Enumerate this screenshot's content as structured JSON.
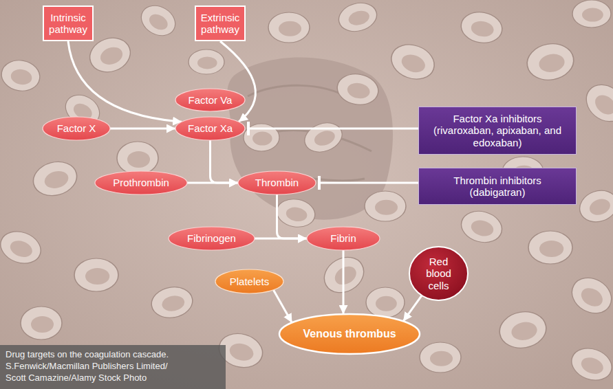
{
  "diagram": {
    "caption": "Drug targets on the coagulation cascade.",
    "nodes": [
      {
        "text": [
          "Intrinsic pathway"
        ]
      },
      {
        "text": [
          "Extrinsic pathway"
        ]
      },
      {
        "text": [
          "Factor Va"
        ]
      },
      {
        "text": [
          "Factor X"
        ]
      },
      {
        "text": [
          "Factor Xa"
        ]
      },
      {
        "text": [
          "Factor Xa inhibitors (rivaroxaban, apixaban, and edoxaban)"
        ]
      },
      {
        "text": [
          "Prothrombin"
        ]
      },
      {
        "text": [
          "Thrombin"
        ]
      },
      {
        "text": [
          "Thrombin inhibitors (dabigatran)"
        ]
      },
      {
        "text": [
          "Fibrinogen"
        ]
      },
      {
        "text": [
          "Fibrin"
        ]
      },
      {
        "text": [
          "Red blood cells"
        ]
      },
      {
        "text": [
          "Platelets"
        ]
      },
      {
        "text": [
          "Venous thrombus"
        ]
      }
    ],
    "edges": [
      {
        "from": 0,
        "to": 4,
        "arrow": "to"
      },
      {
        "from": 1,
        "to": 4,
        "arrow": "to"
      },
      {
        "from": 3,
        "to": 4,
        "arrow": "to"
      },
      {
        "from": 5,
        "to": 4,
        "arrow": "to"
      },
      {
        "from": 4,
        "to": 7,
        "arrow": "to"
      },
      {
        "from": 6,
        "to": 7,
        "arrow": "to"
      },
      {
        "from": 8,
        "to": 7,
        "arrow": "to"
      },
      {
        "from": 7,
        "to": 10,
        "arrow": "to"
      },
      {
        "from": 9,
        "to": 10,
        "arrow": "to"
      },
      {
        "from": 10,
        "to": 13,
        "arrow": "to"
      },
      {
        "from": 12,
        "to": 13,
        "arrow": "to"
      },
      {
        "from": 11,
        "to": 13,
        "arrow": "to"
      }
    ],
    "labels": [
      "S.Fenwick/Macmillan Publishers Limited/ Scott Camazine/Alamy Stock Photo"
    ]
  }
}
